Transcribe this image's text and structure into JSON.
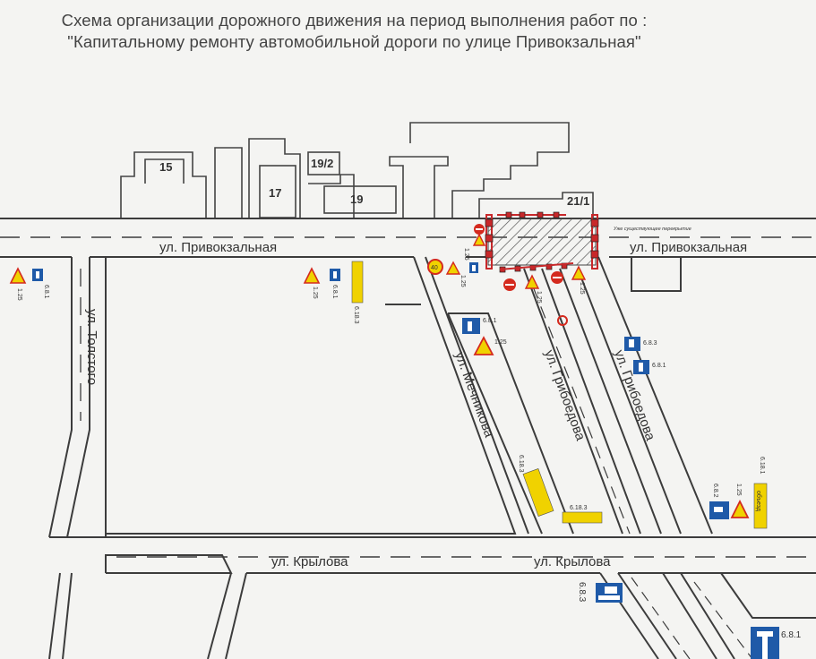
{
  "title": {
    "line1": "Схема организации дорожного движения на период выполнения работ по :",
    "line2": "\"Капитальному ремонту автомобильной дороги по улице Привокзальная\""
  },
  "streets": {
    "privokzalnaya_left": "ул. Привокзальная",
    "privokzalnaya_right": "ул. Привокзальная",
    "tolstogo": "ул. Толстого",
    "mechnikova": "ул. Мечникова",
    "griboedova_1": "ул. Грибоедова",
    "griboedova_2": "ул. Грибоедова",
    "krylova_left": "ул. Крылова",
    "krylova_right": "ул. Крылова"
  },
  "buildings": {
    "b15": "15",
    "b17": "17",
    "b19_2": "19/2",
    "b19": "19",
    "b21_1": "21/1"
  },
  "annotation": "Уже существующее перекрытие",
  "signs": {
    "s1_25": "1.25",
    "s6_8_1": "6.8.1",
    "s6_8_2": "6.8.2",
    "s6_8_3": "6.8.3",
    "s6_18_1": "6.18.1",
    "s6_18_3": "6.18.3",
    "speed_40": "40",
    "detour": "объезд"
  },
  "colors": {
    "road": "#3c3c3c",
    "sign_blue": "#1f5aa8",
    "sign_yellow": "#f0d200",
    "sign_red": "#d42a1e",
    "barrier_red": "#c8282a"
  }
}
